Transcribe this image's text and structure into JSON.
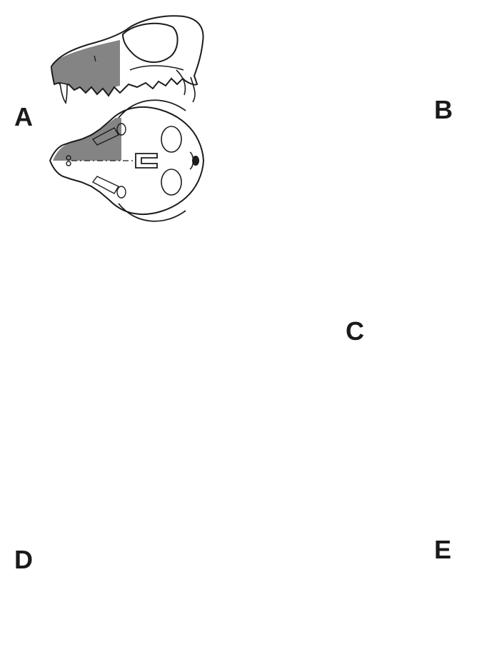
{
  "panels": [
    {
      "id": "A",
      "label": "A"
    },
    {
      "id": "B",
      "label": "B"
    },
    {
      "id": "C",
      "label": "C"
    },
    {
      "id": "D",
      "label": "D"
    },
    {
      "id": "E",
      "label": "E"
    }
  ],
  "colors": {
    "outline": "#1c1c1c",
    "shading": "#6e6e6e",
    "background": "#ffffff"
  }
}
